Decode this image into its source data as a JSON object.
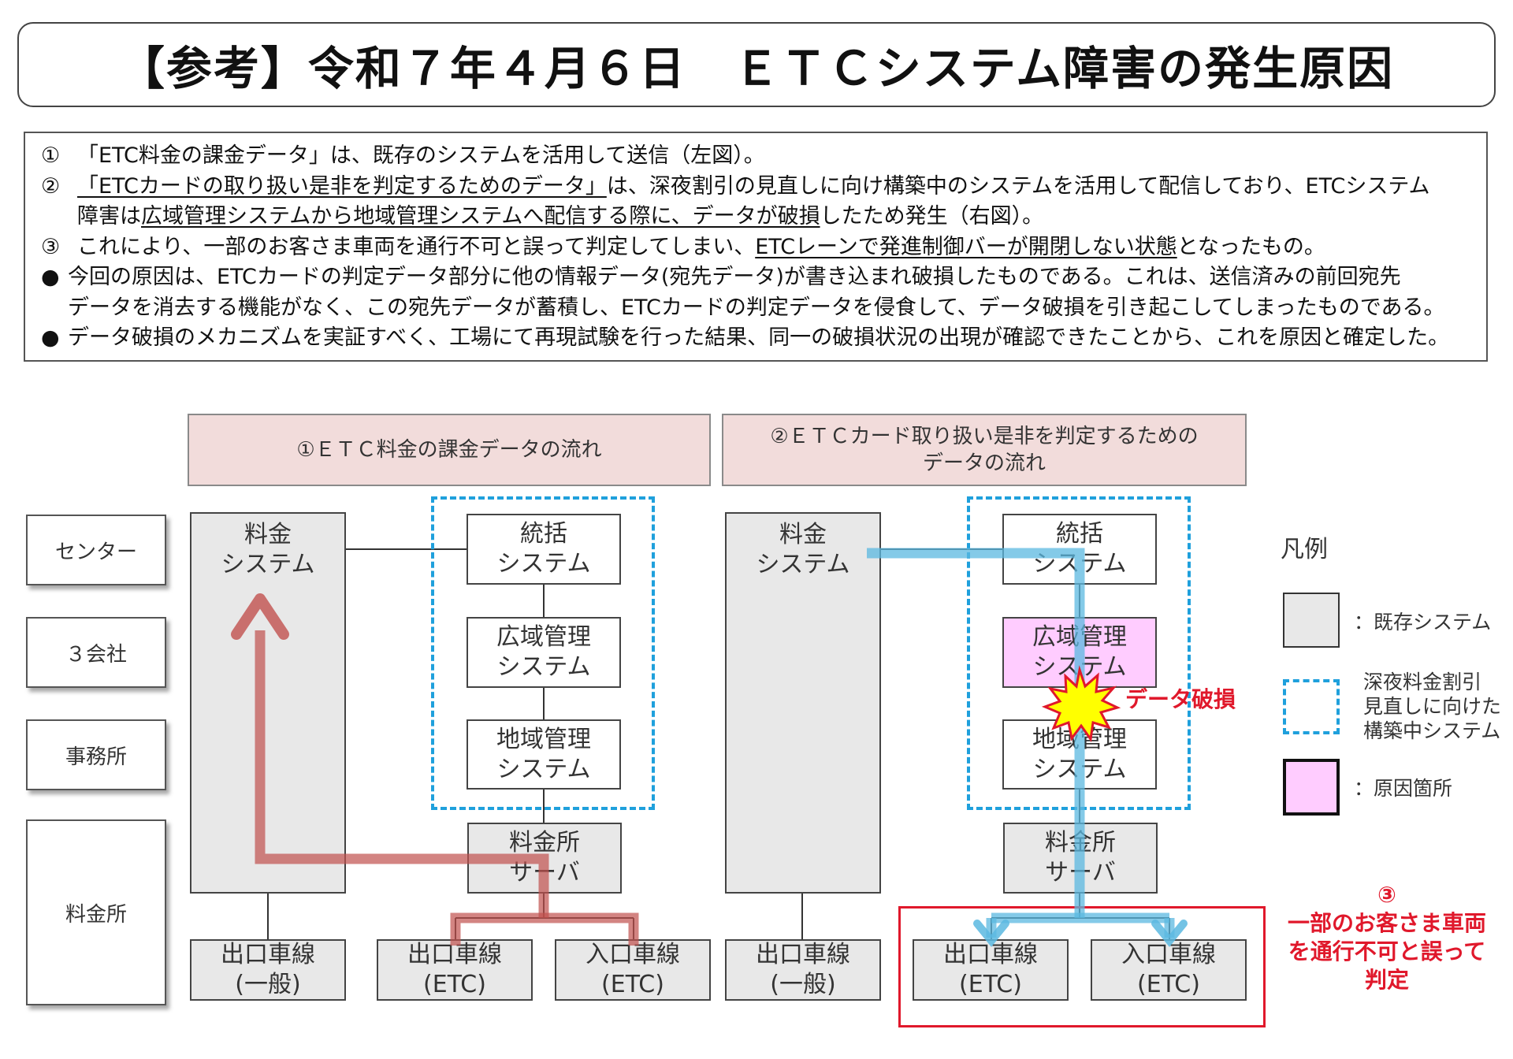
{
  "title": "【参考】令和７年４月６日　ＥＴＣシステム障害の発生原因",
  "notes": [
    {
      "mark": "①",
      "parts": [
        {
          "t": "「ETC料金の課金データ」は、既存のシステムを活用して送信（左図）。",
          "u": false
        }
      ]
    },
    {
      "mark": "②",
      "parts": [
        {
          "t": "「ETCカードの取り扱い是非を判定するためのデータ」",
          "u": true
        },
        {
          "t": "は、深夜割引の見直しに向け構築中のシステムを活用して配信しており、ETCシステム",
          "u": false
        }
      ]
    },
    {
      "mark": "",
      "parts": [
        {
          "t": "障害は",
          "u": false
        },
        {
          "t": "広域管理システムから地域管理システムへ配信する際に、データが破損",
          "u": true
        },
        {
          "t": "したため発生（右図）。",
          "u": false
        }
      ]
    },
    {
      "mark": "③",
      "parts": [
        {
          "t": "これにより、一部のお客さま車両を通行不可と誤って判定してしまい、",
          "u": false
        },
        {
          "t": "ETCレーンで発進制御バーが開閉しない状態",
          "u": true
        },
        {
          "t": "となったもの。",
          "u": false
        }
      ]
    },
    {
      "mark": "●",
      "parts": [
        {
          "t": "今回の原因は、ETCカードの判定データ部分に他の情報データ(宛先データ)が書き込まれ破損したものである。これは、送信済みの前回宛先",
          "u": false
        }
      ]
    },
    {
      "mark": "",
      "parts": [
        {
          "t": "データを消去する機能がなく、この宛先データが蓄積し、ETCカードの判定データを侵食して、データ破損を引き起こしてしまったものである。",
          "u": false
        }
      ]
    },
    {
      "mark": "●",
      "parts": [
        {
          "t": "データ破損のメカニズムを実証すべく、工場にて再現試験を行った結果、同一の破損状況の出現が確認できたことから、これを原因と確定した。",
          "u": false
        }
      ]
    }
  ],
  "rows": [
    "センター",
    "３会社",
    "事務所",
    "料金所"
  ],
  "left_panel": {
    "header": "①ＥＴＣ料金の課金データの流れ",
    "toll_system": "料金\nシステム",
    "unified": "統括\nシステム",
    "wide_area": "広域管理\nシステム",
    "regional": "地域管理\nシステム",
    "server": "料金所\nサーバ",
    "exit_general": "出口車線\n(一般)",
    "exit_etc": "出口車線\n(ETC)",
    "entry_etc": "入口車線\n(ETC)"
  },
  "right_panel": {
    "header": "②ＥＴＣカード取り扱い是非を判定するための\nデータの流れ",
    "toll_system": "料金\nシステム",
    "unified": "統括\nシステム",
    "wide_area": "広域管理\nシステム",
    "regional": "地域管理\nシステム",
    "server": "料金所\nサーバ",
    "exit_general": "出口車線\n(一般)",
    "exit_etc": "出口車線\n(ETC)",
    "entry_etc": "入口車線\n(ETC)",
    "damage_label": "データ破損",
    "judge_label": "③\n一部のお客さま車両\nを通行不可と誤って\n判定"
  },
  "legend": {
    "title": "凡例",
    "existing": "：既存システム",
    "new_system": "深夜料金割引\n見直しに向けた\n構築中システム",
    "cause": "：原因箇所"
  },
  "colors": {
    "header_fill": "#f2dcdb",
    "existing_fill": "#e8e8e8",
    "dashed_border": "#1fa0dc",
    "cause_fill": "#ffccff",
    "red_flow": "#c0504d",
    "blue_flow": "#5bb8e0",
    "alert_red": "#e0182b"
  },
  "icons": [
    "burst-icon",
    "arrow-up-icon",
    "arrow-down-icon"
  ]
}
